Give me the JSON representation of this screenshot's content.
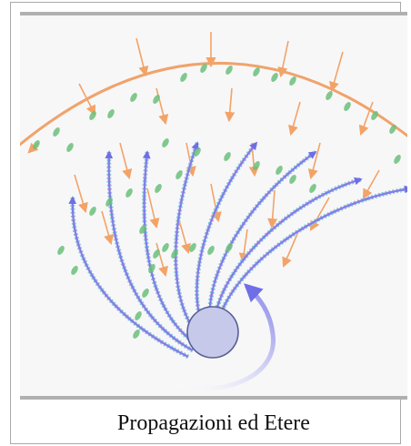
{
  "caption": "Propagazioni ed Etere",
  "colors": {
    "arc": "#f0a36b",
    "arrow_orange": "#f3a367",
    "wave_blue": "#7f7ee8",
    "wave_pink": "#e18ad7",
    "wave_teal": "#86d0d8",
    "leaf": "#6bbf7a",
    "sphere": "#c7c9eb",
    "sphere_stroke": "#5a5f94"
  },
  "icons": [
    "source-sphere",
    "rotation-arrow",
    "leaf-marker",
    "arrow"
  ]
}
